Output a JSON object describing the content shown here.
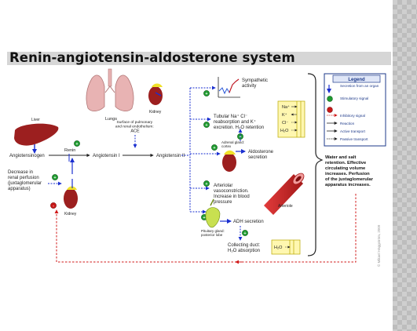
{
  "title": "Renin-angiotensin-aldosterone system",
  "labels": {
    "lungs": "Lungs",
    "kidney_top": "Kidney",
    "liver": "Liver",
    "endothelium": [
      "Surface of pulmonary",
      "and renal endothelium:",
      "ACE"
    ],
    "angiotensinogen": "Angiotensinogen",
    "angiotensin1": "Angiotensin I",
    "angiotensin2": "Angiotensin II",
    "renin": "Renin",
    "decrease": [
      "Decrease in",
      "renal perfusion",
      "(juxtaglomerular",
      "apparatus)"
    ],
    "kidney_bottom": "Kidney",
    "sympathetic": [
      "Sympathetic",
      "activity"
    ],
    "tubular": [
      "Tubular Na⁺ Cl⁻",
      "reabsorption and K⁺",
      "excretion. H₂O retention"
    ],
    "adrenal": [
      "Adrenal gland:",
      "cortex"
    ],
    "aldosterone": [
      "Aldosterone",
      "secretion"
    ],
    "arteriolar": [
      "Arteriolar",
      "vasoconstriction.",
      "Increase in blood",
      "pressure"
    ],
    "arteriole": "Arteriole",
    "adh": "ADH secretion",
    "pituitary": [
      "Pituitary gland:",
      "posterior lobe"
    ],
    "collecting": [
      "Collecting duct:",
      "H₂O absorption"
    ],
    "water_salt": [
      "Water and salt",
      "retention. Effective",
      "circulating volume",
      "increases. Perfusion",
      "of the juxtaglomerular",
      "apparatus increases."
    ],
    "ions": [
      "Na⁺",
      "K⁺",
      "Cl⁻",
      "H₂O"
    ],
    "h2o_box": "H₂O",
    "stim_symbol": "+",
    "inhib_symbol": "-",
    "copyright": "© Mikael Häggström, 2009"
  },
  "legend": {
    "title": "Legend",
    "items": [
      "Secretion from an organ",
      "Stimulatory signal",
      "Inhibitory signal",
      "Reaction",
      "Active transport",
      "Passive transport"
    ]
  },
  "colors": {
    "secretion": "#1a2fd0",
    "stimulatory": "#1e9b2f",
    "inhibitory": "#d01818",
    "organ_red": "#9c1f1f",
    "legend_title_bg": "#1e3a8a",
    "ion_box": "#fff7b0"
  },
  "icons": [
    "lungs-icon",
    "kidney-icon",
    "liver-icon",
    "adrenal-gland-icon",
    "arteriole-icon",
    "pituitary-icon",
    "sympathetic-graph-icon"
  ]
}
